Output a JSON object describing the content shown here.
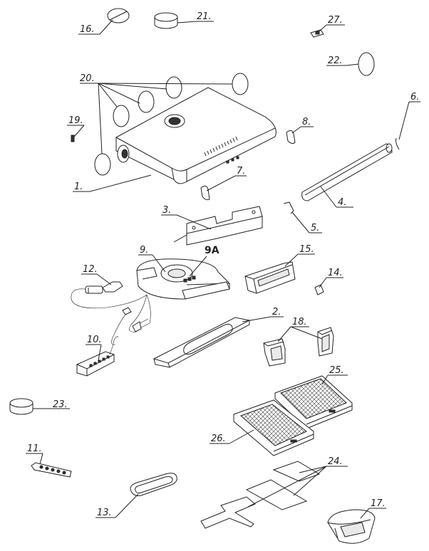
{
  "labels": {
    "p1": "1.",
    "p2": "2.",
    "p3": "3.",
    "p4": "4.",
    "p5": "5.",
    "p6": "6.",
    "p7": "7.",
    "p8": "8.",
    "p9": "9.",
    "p9a": "9A",
    "p10": "10.",
    "p11": "11.",
    "p12": "12.",
    "p13": "13.",
    "p14": "14.",
    "p15": "15.",
    "p16": "16.",
    "p17": "17.",
    "p18": "18.",
    "p19": "19.",
    "p20": "20.",
    "p21": "21.",
    "p22": "22.",
    "p23": "23.",
    "p24": "24.",
    "p25": "25.",
    "p26": "26.",
    "p27": "27."
  }
}
